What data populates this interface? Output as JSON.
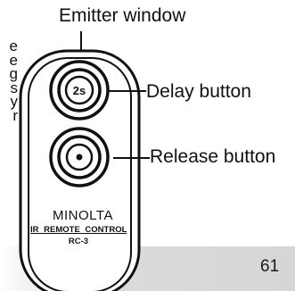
{
  "left_text_fragments": [
    "e",
    "e",
    "g",
    "s",
    "y",
    "r"
  ],
  "callouts": {
    "emitter": "Emitter window",
    "delay": "Delay button",
    "release": "Release button"
  },
  "remote": {
    "delay_button_label": "2s",
    "brand": "MINOLTA",
    "model_title": "IR  REMOTE  CONTROL",
    "model_number": "RC-3"
  },
  "page_number": "61",
  "colors": {
    "ink": "#111111",
    "band": "#d6d6d6"
  }
}
